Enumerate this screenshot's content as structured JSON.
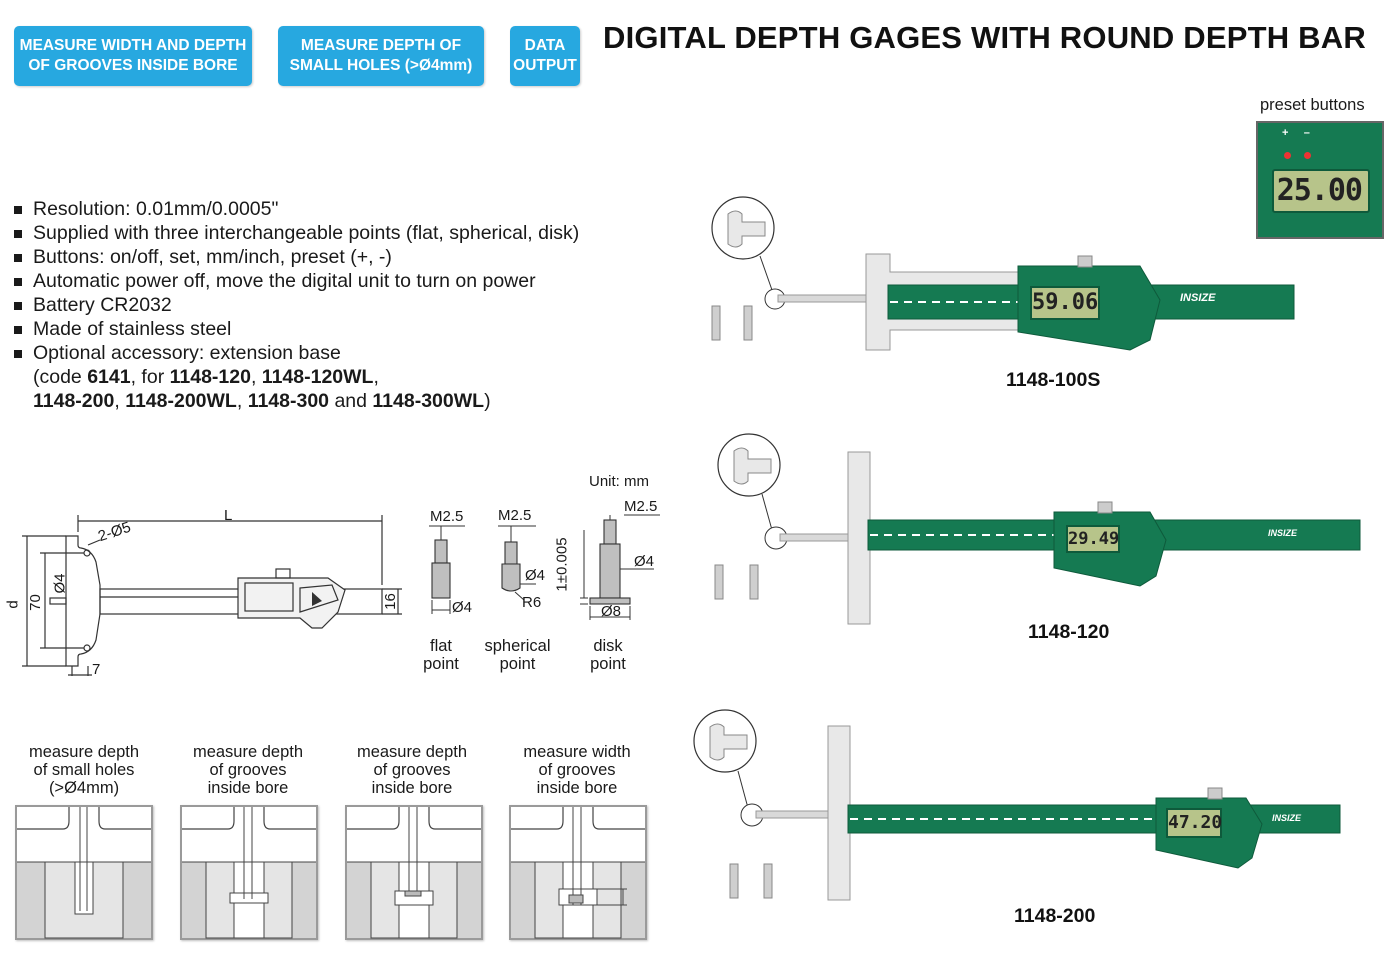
{
  "badges": {
    "b1": [
      "MEASURE WIDTH AND DEPTH",
      "OF GROOVES INSIDE BORE"
    ],
    "b2": [
      "MEASURE DEPTH OF",
      "SMALL HOLES (>Ø4mm)"
    ],
    "b3": [
      "DATA",
      "OUTPUT"
    ]
  },
  "title": "DIGITAL DEPTH GAGES WITH ROUND DEPTH BAR",
  "features": [
    "Resolution: 0.01mm/0.0005\"",
    "Supplied with three interchangeable points (flat, spherical, disk)",
    "Buttons: on/off, set, mm/inch, preset (+, -)",
    "Automatic power off, move the digital unit to turn on power",
    "Battery CR2032",
    "Made of stainless steel",
    "Optional accessory: extension base"
  ],
  "accessory_note": {
    "l1_pre": "(code ",
    "code": "6141",
    "l1_mid": ", for ",
    "m1": "1148-120",
    "sep1": ", ",
    "m2": "1148-120WL",
    "sep2": ",",
    "m3": "1148-200",
    "sep3": ", ",
    "m4": "1148-200WL",
    "sep4": ", ",
    "m5": "1148-300",
    "and": " and ",
    "m6": "1148-300WL",
    "close": ")"
  },
  "drawing": {
    "L": "L",
    "holes": "2-Ø5",
    "d": "d",
    "h70": "70",
    "dia4": "Ø4",
    "h16": "16",
    "w7": "7",
    "unit": "Unit: mm"
  },
  "points": {
    "thread": "M2.5",
    "flat_dia": "Ø4",
    "sph_dia": "Ø4",
    "sph_r": "R6",
    "disk_dia": "Ø4",
    "disk_base": "Ø8",
    "disk_tol": "1±0.005",
    "flat_label": [
      "flat",
      "point"
    ],
    "sph_label": [
      "spherical",
      "point"
    ],
    "disk_label": [
      "disk",
      "point"
    ]
  },
  "applications": [
    [
      "measure depth",
      "of small holes",
      "(>Ø4mm)"
    ],
    [
      "measure depth",
      "of grooves",
      "inside bore"
    ],
    [
      "measure depth",
      "of grooves",
      "inside bore"
    ],
    [
      "measure width",
      "of grooves",
      "inside bore"
    ]
  ],
  "preset_label": "preset buttons",
  "products": [
    {
      "model": "1148-100S",
      "reading": "59.06"
    },
    {
      "model": "1148-120",
      "reading": "29.49"
    },
    {
      "model": "1148-200",
      "reading": "47.20"
    }
  ],
  "inset_reading": "25.00",
  "brand": "INSIZE",
  "colors": {
    "badge": "#27a8e0",
    "body_green": "#157a52",
    "lcd": "#b7c48a"
  }
}
